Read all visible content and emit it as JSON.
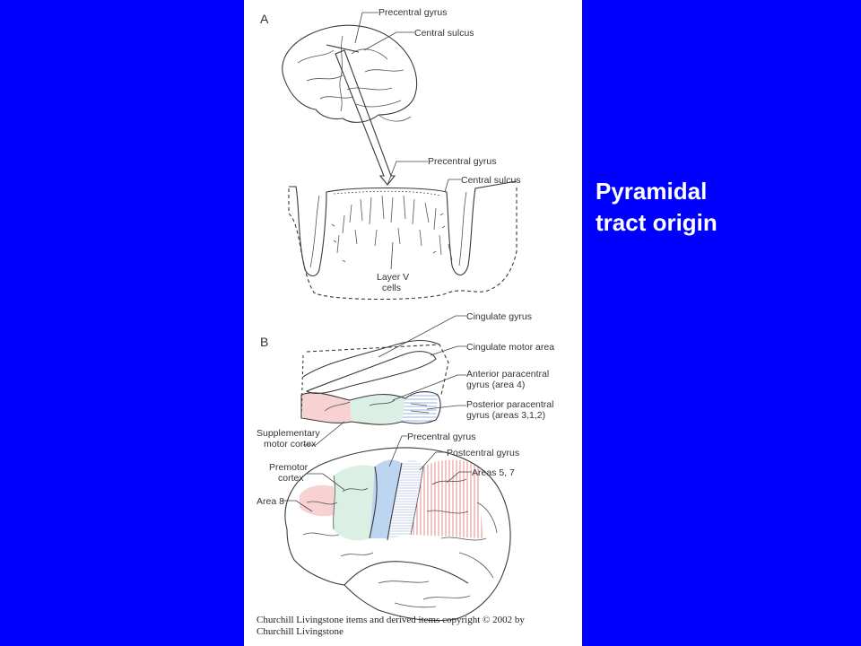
{
  "slide": {
    "caption_line1": "Pyramidal",
    "caption_line2": "tract origin",
    "background_color": "#0000ff",
    "caption_color": "#ffffff"
  },
  "figure": {
    "panel_a": {
      "letter": "A",
      "labels": {
        "precentral_gyrus_top": "Precentral gyrus",
        "central_sulcus_top": "Central sulcus",
        "precentral_gyrus_section": "Precentral gyrus",
        "central_sulcus_section": "Central sulcus",
        "layer_v_line1": "Layer V",
        "layer_v_line2": "cells"
      }
    },
    "panel_b": {
      "letter": "B",
      "labels": {
        "cingulate_gyrus": "Cingulate gyrus",
        "cingulate_motor_area": "Cingulate motor area",
        "anterior_paracentral_1": "Anterior paracentral",
        "anterior_paracentral_2": "gyrus (area 4)",
        "posterior_paracentral_1": "Posterior paracentral",
        "posterior_paracentral_2": "gyrus (areas 3,1,2)",
        "supplementary_1": "Supplementary",
        "supplementary_2": "motor cortex",
        "premotor_1": "Premotor",
        "premotor_2": "cortex",
        "area_8": "Area 8",
        "precentral_gyrus": "Precentral gyrus",
        "postcentral_gyrus": "Postcentral gyrus",
        "areas_5_7": "Areas 5, 7"
      },
      "colors": {
        "area4_blue": "#bcd6f2",
        "premotor_green": "#dcefe4",
        "area8_pink": "#f8d2d2",
        "parietal_red": "#e58a8a"
      }
    },
    "copyright_line1": "Churchill Livingstone items and derived items copyright © 2002 by",
    "copyright_line2": "Churchill Livingstone"
  }
}
